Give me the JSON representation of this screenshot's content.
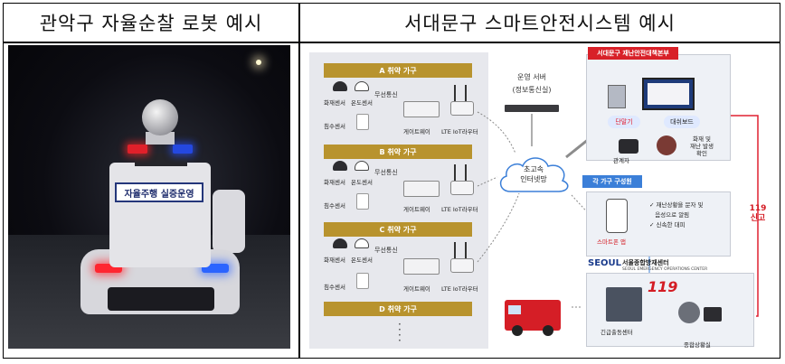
{
  "headers": {
    "left": "관악구 자율순찰 로봇 예시",
    "right": "서대문구 스마트안전시스템 예시"
  },
  "photo": {
    "robot_sign": "자율주행 실증운영"
  },
  "diagram": {
    "groups": [
      {
        "title": "A 취약 가구"
      },
      {
        "title": "B 취약 가구"
      },
      {
        "title": "C 취약 가구"
      },
      {
        "title": "D 취약 가구"
      }
    ],
    "sensor_labels": {
      "fire": "화재센서",
      "temp": "온도센서",
      "water": "침수센서",
      "wireless": "무선통신",
      "gateway": "게이트웨이",
      "router": "LTE IoT라우터"
    },
    "server": {
      "title": "운영 서버",
      "subtitle": "(정보통신실)"
    },
    "cloud": {
      "line1": "초고속",
      "line2": "인터넷망"
    },
    "hq_panel": {
      "title": "서대문구 재난안전대책본부",
      "terminal": "단말기",
      "dashboard": "대쉬보드",
      "staff": "관계자",
      "confirm_line1": "화재 및",
      "confirm_line2": "재난 발생",
      "confirm_line3": "확인"
    },
    "household_panel": {
      "title": "각 가구 구성원",
      "app": "스마트폰 앱",
      "check1": "재난상황을 문자 및",
      "check1b": "음성으로 알림",
      "check2": "신속한 대피"
    },
    "seoul_panel": {
      "logo": "SEOUL",
      "title": "서울종합방재센터",
      "subtitle": "SEOUL EMERGENCY OPERATIONS CENTER",
      "number": "119",
      "dispatch": "긴급출동센터",
      "situation": "종합상황실"
    },
    "call119": {
      "line1": "119",
      "line2": "신고"
    }
  }
}
